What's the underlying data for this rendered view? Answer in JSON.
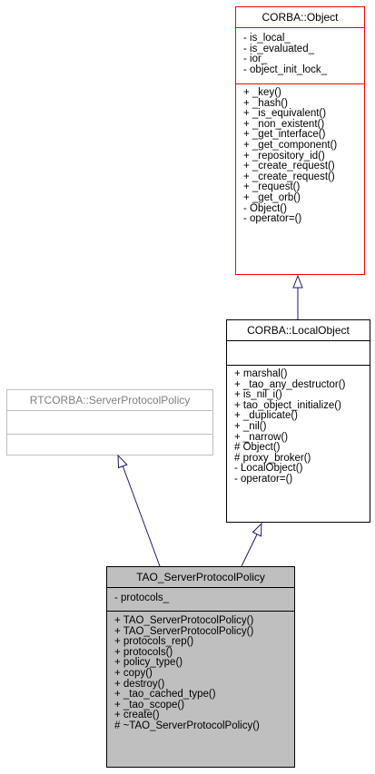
{
  "classes": {
    "corba_object": {
      "name": "CORBA::Object",
      "attributes": [
        "- is_local_",
        "- is_evaluated_",
        "- ior_",
        "- object_init_lock_"
      ],
      "operations": [
        "+ _key()",
        "+ _hash()",
        "+ _is_equivalent()",
        "+ _non_existent()",
        "+ _get_interface()",
        "+ _get_component()",
        "+ _repository_id()",
        "+ _create_request()",
        "+ _create_request()",
        "+ _request()",
        "+ _get_orb()",
        "- Object()",
        "- operator=()"
      ]
    },
    "corba_local_object": {
      "name": "CORBA::LocalObject",
      "attributes": [],
      "operations": [
        "+ marshal()",
        "+ _tao_any_destructor()",
        "+ is_nil_i()",
        "+ tao_object_initialize()",
        "+ _duplicate()",
        "+ _nil()",
        "+ _narrow()",
        "# Object()",
        "# proxy_broker()",
        "- LocalObject()",
        "- operator=()"
      ]
    },
    "rtcorba_server_protocol_policy": {
      "name": "RTCORBA::ServerProtocolPolicy",
      "attributes": [],
      "operations": []
    },
    "tao_server_protocol_policy": {
      "name": "TAO_ServerProtocolPolicy",
      "attributes": [
        "- protocols_"
      ],
      "operations": [
        "+ TAO_ServerProtocolPolicy()",
        "+ TAO_ServerProtocolPolicy()",
        "+ protocols_rep()",
        "+ protocols()",
        "+ policy_type()",
        "+ copy()",
        "+ destroy()",
        "+ _tao_cached_type()",
        "+ _tao_scope()",
        "+ create()",
        "# ~TAO_ServerProtocolPolicy()"
      ]
    }
  },
  "relations": [
    {
      "from": "corba_local_object",
      "to": "corba_object",
      "type": "inheritance"
    },
    {
      "from": "tao_server_protocol_policy",
      "to": "rtcorba_server_protocol_policy",
      "type": "inheritance"
    },
    {
      "from": "tao_server_protocol_policy",
      "to": "corba_local_object",
      "type": "inheritance"
    }
  ],
  "colors": {
    "corba_object_border": "#ff0000",
    "interface_border": "#bfbfbf",
    "focus_fill": "#bfbfbf",
    "arrow": "#191970"
  }
}
